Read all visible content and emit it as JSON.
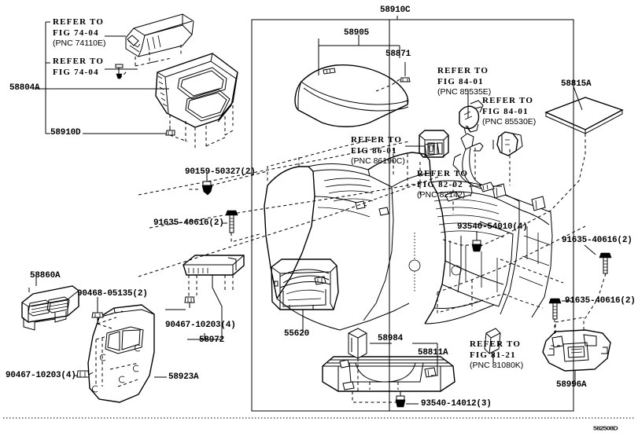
{
  "diagram": {
    "title": "58910C",
    "watermark": "582508D",
    "sheet_w": 811,
    "sheet_h": 560
  },
  "part_numbers": {
    "main_assembly": "58910C",
    "console_lid": "58905",
    "lid_clip": "58871",
    "upper_panel_assembly": "58804A",
    "upper_panel_lower": "58910D",
    "console_mat": "58815A",
    "rear_vent": "58860A",
    "rear_panel": "58923A",
    "front_tray": "58972",
    "cup_holder": "55620",
    "box_retainer": "58984",
    "console_tray": "58811A",
    "lower_bracket": "58996A"
  },
  "fasteners": {
    "screw_90159": "90159-50327(2)",
    "bolt_91635_a": "91635-40616(2)",
    "bolt_91635_b": "91635-40616(2)",
    "bolt_91635_c": "91635-40616(2)",
    "screw_93540_54010": "93540-54010(4)",
    "screw_93540_14012": "93540-14012(3)",
    "clip_90468": "90468-05135(2)",
    "clip_90467_a": "90467-10203(4)",
    "clip_90467_b": "90467-10203(4)"
  },
  "refer_notes": [
    {
      "id": "refer-74-04-a",
      "line1": "REFER TO",
      "line2": "FIG 74-04",
      "line3": "(PNC 74110E)"
    },
    {
      "id": "refer-74-04-b",
      "line1": "REFER TO",
      "line2": "FIG 74-04",
      "line3": ""
    },
    {
      "id": "refer-84-01-a",
      "line1": "REFER TO",
      "line2": "FIG 84-01",
      "line3": "(PNC 85535E)"
    },
    {
      "id": "refer-84-01-b",
      "line1": "REFER TO",
      "line2": "FIG 84-01",
      "line3": "(PNC 85530E)"
    },
    {
      "id": "refer-86-01",
      "line1": "REFER TO",
      "line2": "FIG 86-01",
      "line3": "(PNC 86190C)"
    },
    {
      "id": "refer-82-02",
      "line1": "REFER TO",
      "line2": "FIG 82-02",
      "line3": "(PNC 82142)"
    },
    {
      "id": "refer-81-21",
      "line1": "REFER TO",
      "line2": "FIG 81-21",
      "line3": "(PNC 81080K)"
    }
  ]
}
